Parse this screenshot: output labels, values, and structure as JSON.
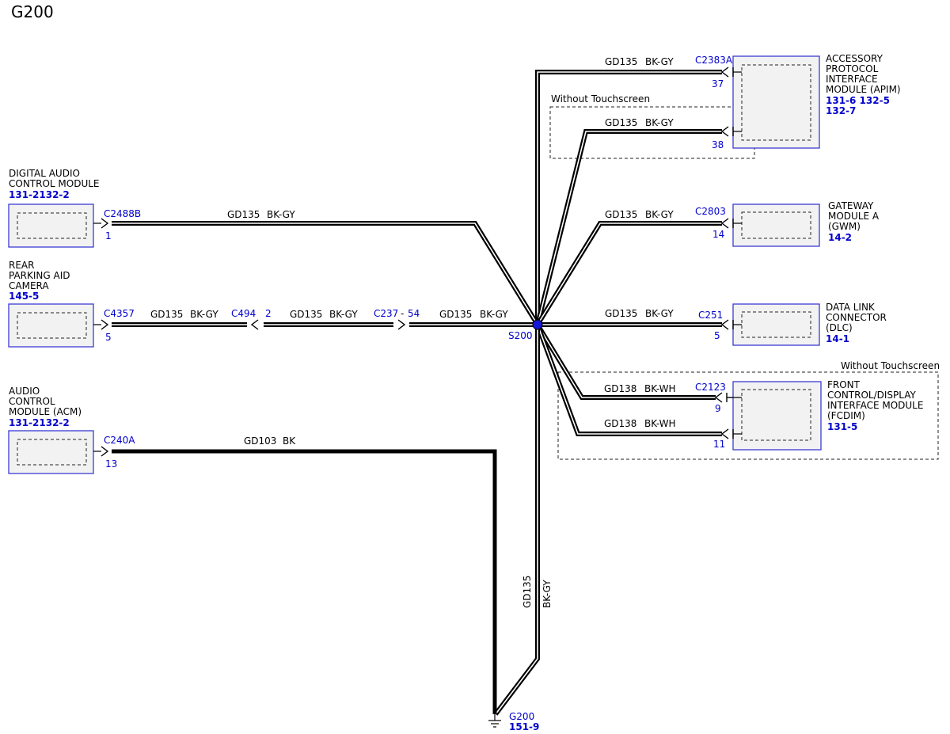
{
  "title": "G200",
  "splice": {
    "name": "S200"
  },
  "ground": {
    "name": "G200",
    "ref": "151-9"
  },
  "modules": {
    "dacm": {
      "lines": [
        "DIGITAL AUDIO",
        "CONTROL MODULE"
      ],
      "ref": "131-2132-2",
      "connector": "C2488B",
      "pin": "1"
    },
    "rpac": {
      "lines": [
        "REAR",
        "PARKING AID",
        "CAMERA"
      ],
      "ref": "145-5",
      "connector": "C4357",
      "pin": "5"
    },
    "acm": {
      "lines": [
        "AUDIO",
        "CONTROL",
        "MODULE (ACM)"
      ],
      "ref": "131-2132-2",
      "connector": "C240A",
      "pin": "13"
    },
    "apim": {
      "lines": [
        "ACCESSORY",
        "PROTOCOL",
        "INTERFACE",
        "MODULE (APIM)"
      ],
      "ref1": "131-6 132-5",
      "ref2": "132-7",
      "connector": "C2383A",
      "pin1": "37",
      "pin2": "38"
    },
    "gwm": {
      "lines": [
        "GATEWAY",
        "MODULE A",
        "(GWM)"
      ],
      "ref": "14-2",
      "connector": "C2803",
      "pin": "14"
    },
    "dlc": {
      "lines": [
        "DATA LINK",
        "CONNECTOR",
        "(DLC)"
      ],
      "ref": "14-1",
      "connector": "C251",
      "pin": "5"
    },
    "fcdim": {
      "lines": [
        "FRONT",
        "CONTROL/DISPLAY",
        "INTERFACE MODULE",
        "(FCDIM)"
      ],
      "ref": "131-5",
      "connector": "C2123",
      "pin1": "9",
      "pin2": "11"
    }
  },
  "inline_connectors": {
    "c494": {
      "name": "C494",
      "pin": "2"
    },
    "c237": {
      "name": "C237",
      "pin": "54"
    }
  },
  "wires": {
    "apim37": {
      "circuit": "GD135",
      "color": "BK-GY"
    },
    "apim38": {
      "circuit": "GD135",
      "color": "BK-GY"
    },
    "dacm": {
      "circuit": "GD135",
      "color": "BK-GY"
    },
    "gwm": {
      "circuit": "GD135",
      "color": "BK-GY"
    },
    "rpac_a": {
      "circuit": "GD135",
      "color": "BK-GY"
    },
    "rpac_b": {
      "circuit": "GD135",
      "color": "BK-GY"
    },
    "rpac_c": {
      "circuit": "GD135",
      "color": "BK-GY"
    },
    "dlc": {
      "circuit": "GD135",
      "color": "BK-GY"
    },
    "fcdim9": {
      "circuit": "GD138",
      "color": "BK-WH"
    },
    "fcdim11": {
      "circuit": "GD138",
      "color": "BK-WH"
    },
    "acm": {
      "circuit": "GD103",
      "color": "BK"
    },
    "ground": {
      "circuit": "GD135",
      "color": "BK-GY"
    }
  },
  "options": {
    "apim_opt": "Without Touchscreen",
    "fcdim_opt": "Without Touchscreen"
  },
  "colors": {
    "link": "#0000cc",
    "module_border": "#3b3bd6",
    "module_fill": "#f2f2f2",
    "wire": "#000000"
  }
}
